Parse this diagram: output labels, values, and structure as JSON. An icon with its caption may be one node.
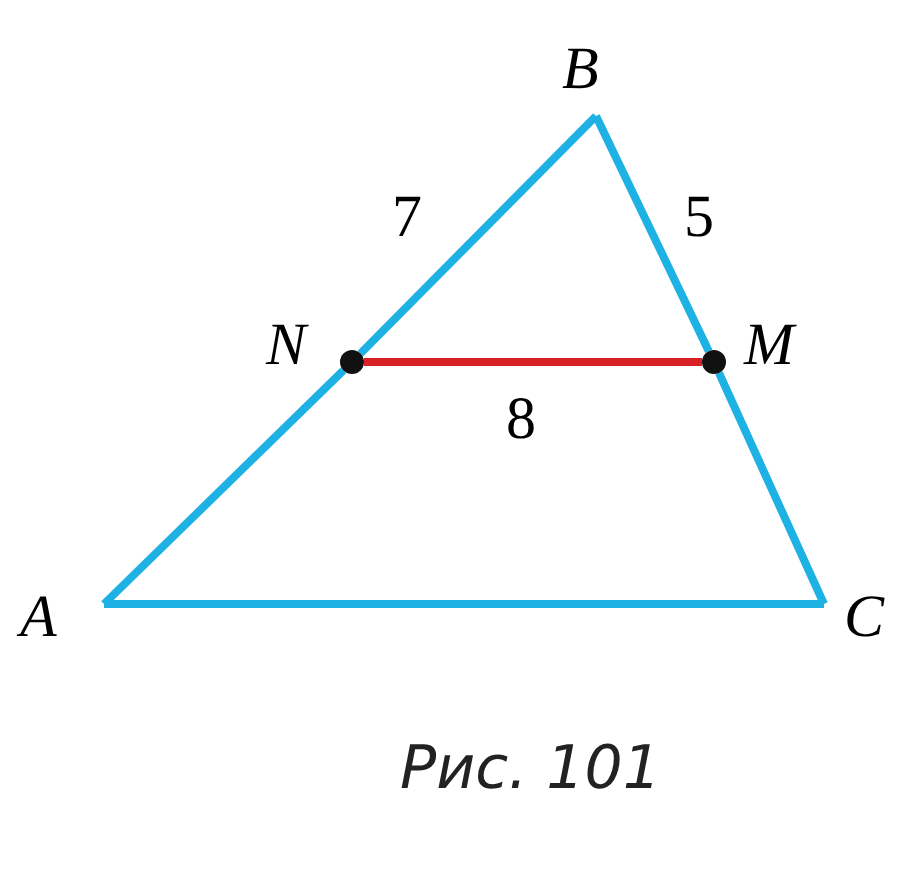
{
  "diagram": {
    "caption": "Рис. 101",
    "nodes": [
      {
        "text": [
          "B"
        ]
      },
      {
        "text": [],
        "shape": "circle",
        "beside": [
          "N"
        ]
      },
      {
        "text": [],
        "shape": "circle",
        "beside": [
          "M"
        ]
      },
      {
        "text": [
          "A"
        ]
      },
      {
        "text": [
          "C"
        ]
      }
    ],
    "edges": [
      {
        "from": 1,
        "to": 0,
        "arrow": "none",
        "label": "7"
      },
      {
        "from": 0,
        "to": 2,
        "arrow": "none",
        "label": "5"
      },
      {
        "from": 1,
        "to": 2,
        "arrow": "none",
        "label": "8",
        "color": "#d81f26"
      },
      {
        "from": 3,
        "to": 1,
        "arrow": "none"
      },
      {
        "from": 2,
        "to": 4,
        "arrow": "none"
      },
      {
        "from": 3,
        "to": 4,
        "arrow": "none"
      }
    ]
  }
}
